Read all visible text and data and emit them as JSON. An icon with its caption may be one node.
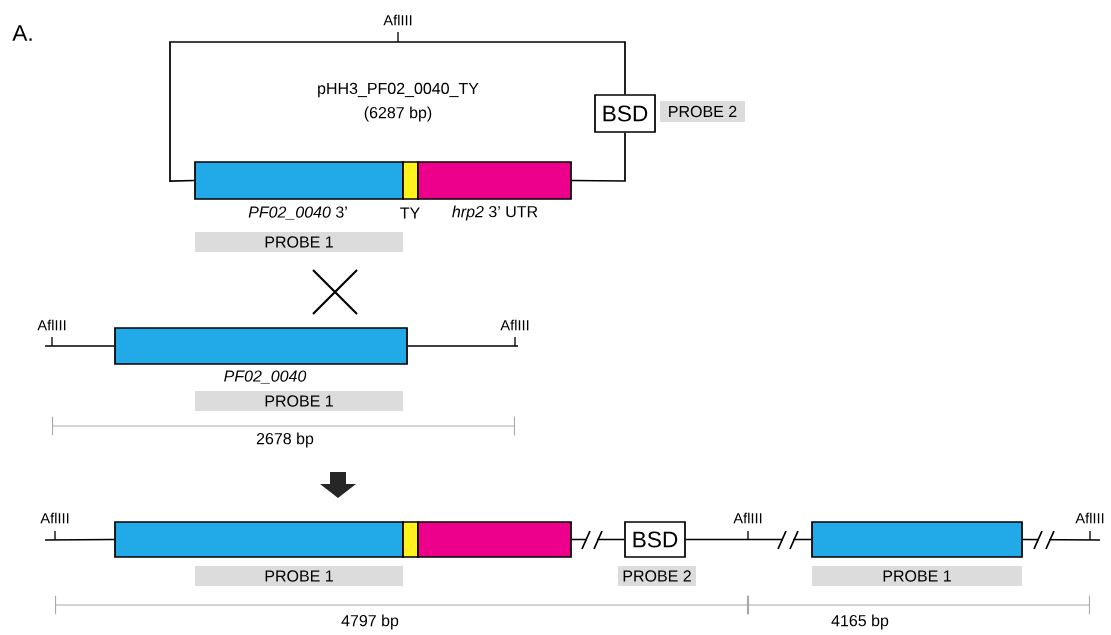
{
  "diagram": {
    "nodes": [
      {
        "text": [
          "BSD"
        ]
      },
      {
        "text": [
          "PROBE 2"
        ]
      },
      {
        "text": [],
        "shape": "bar"
      },
      {
        "text": [],
        "shape": "bar"
      },
      {
        "text": [],
        "shape": "bar"
      },
      {
        "text": [
          "PROBE 1"
        ]
      },
      {
        "text": [],
        "shape": "bar"
      },
      {
        "text": [
          "PROBE 1"
        ]
      },
      {
        "text": [],
        "shape": "bar"
      },
      {
        "text": [],
        "shape": "bar"
      },
      {
        "text": [],
        "shape": "bar"
      },
      {
        "text": [
          "BSD"
        ]
      },
      {
        "text": [],
        "shape": "bar"
      },
      {
        "text": [
          "PROBE 1"
        ]
      },
      {
        "text": [
          "PROBE 2"
        ]
      },
      {
        "text": [
          "PROBE 1"
        ]
      }
    ],
    "edges": [
      {
        "from": 4,
        "to": 0,
        "arrow": "none"
      },
      {
        "from": 0,
        "to": 2,
        "arrow": "none"
      },
      {
        "from": null,
        "to": 6,
        "arrow": "none"
      },
      {
        "from": 6,
        "to": null,
        "arrow": "none"
      },
      {
        "from": null,
        "to": 8,
        "arrow": "none"
      },
      {
        "from": 10,
        "to": 11,
        "arrow": "none"
      },
      {
        "from": 11,
        "to": 12,
        "arrow": "none"
      },
      {
        "from": 12,
        "to": null,
        "arrow": "none"
      }
    ],
    "labels": [
      "A.",
      "AflIII",
      "pHH3_PF02_0040_TY",
      "(6287 bp)",
      "*PF02_0040* 3’",
      "TY",
      "*hrp2* 3’ UTR",
      "AflIII",
      "AflIII",
      "PF02_0040",
      "2678 bp",
      "AflIII",
      "AflIII",
      "AflIII",
      "4797 bp",
      "4165 bp"
    ]
  }
}
